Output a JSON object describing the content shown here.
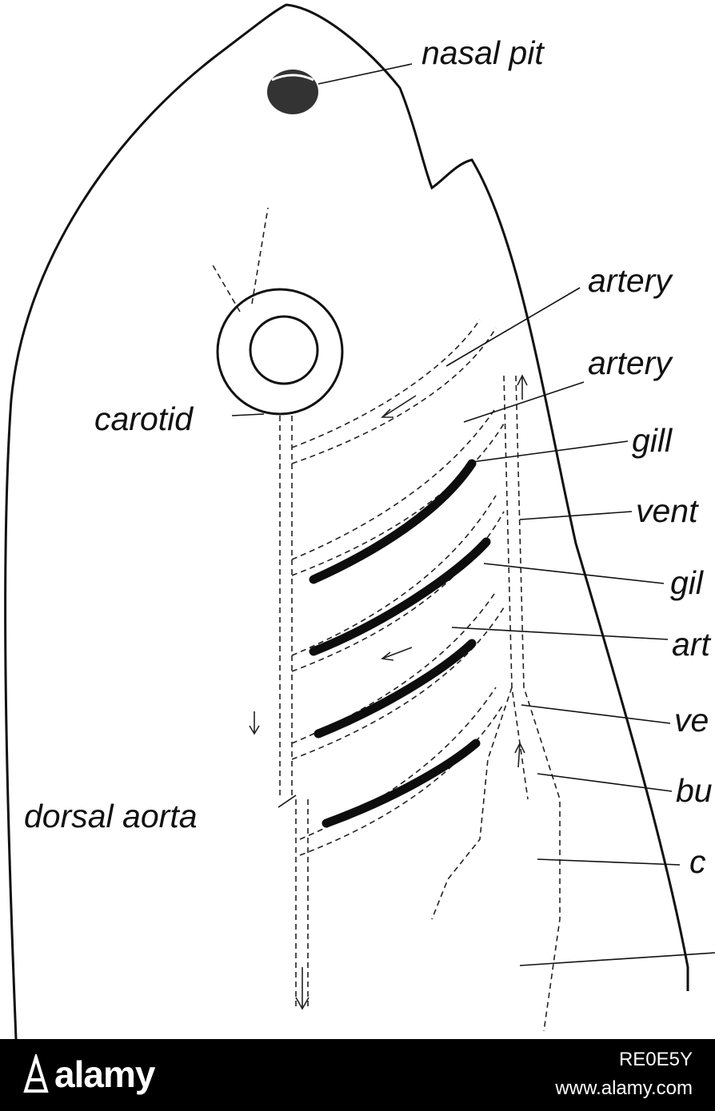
{
  "diagram": {
    "labels": {
      "nasal_pit": "nasal pit",
      "carotid": "carotid",
      "dorsal_aorta": "dorsal aorta",
      "artery_1": "artery",
      "artery_2": "artery",
      "gill_1": "gill",
      "vent_1": "vent",
      "gill_2": "gil",
      "art_3": "art",
      "ve_4": "ve",
      "bu_5": "bu",
      "c_6": "c"
    }
  },
  "footer": {
    "logo_text": "alamy",
    "image_id": "RE0E5Y",
    "site": "www.alamy.com"
  }
}
